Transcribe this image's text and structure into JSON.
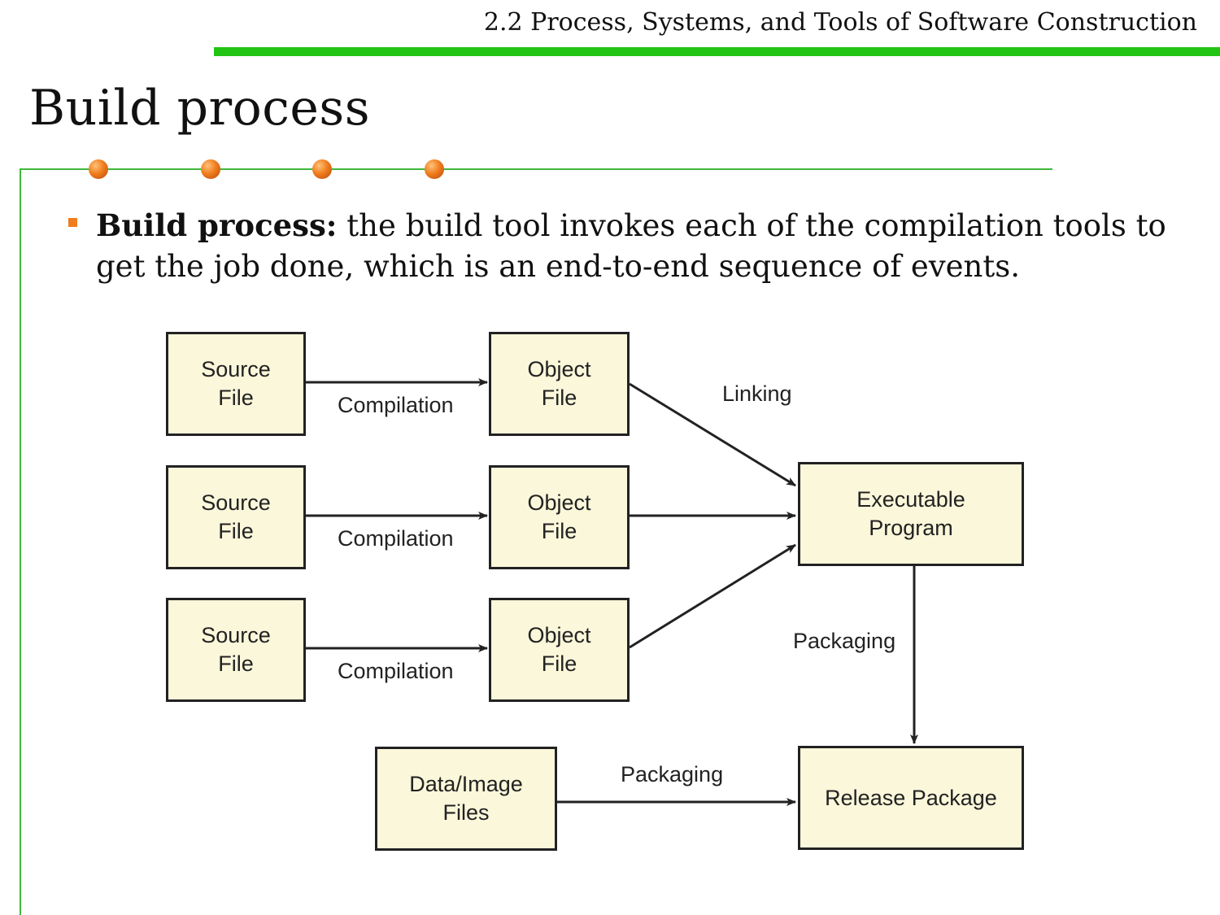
{
  "header": {
    "section_title": "2.2 Process, Systems, and Tools of Software Construction"
  },
  "slide": {
    "title": "Build process",
    "bullet": {
      "term": "Build process:",
      "text": " the build tool invokes each of the compilation tools to get the job done, which is an end-to-end sequence of events."
    }
  },
  "diagram": {
    "nodes": {
      "source_1": "Source\nFile",
      "source_2": "Source\nFile",
      "source_3": "Source\nFile",
      "object_1": "Object\nFile",
      "object_2": "Object\nFile",
      "object_3": "Object\nFile",
      "executable": "Executable\nProgram",
      "data_files": "Data/Image\nFiles",
      "release": "Release Package"
    },
    "edge_labels": {
      "compile_1": "Compilation",
      "compile_2": "Compilation",
      "compile_3": "Compilation",
      "linking": "Linking",
      "packaging_exec": "Packaging",
      "packaging_data": "Packaging"
    },
    "colors": {
      "box_fill": "#fbf7da",
      "box_border": "#222222",
      "accent_green": "#22c414",
      "bullet_orange": "#f07d1e"
    }
  }
}
